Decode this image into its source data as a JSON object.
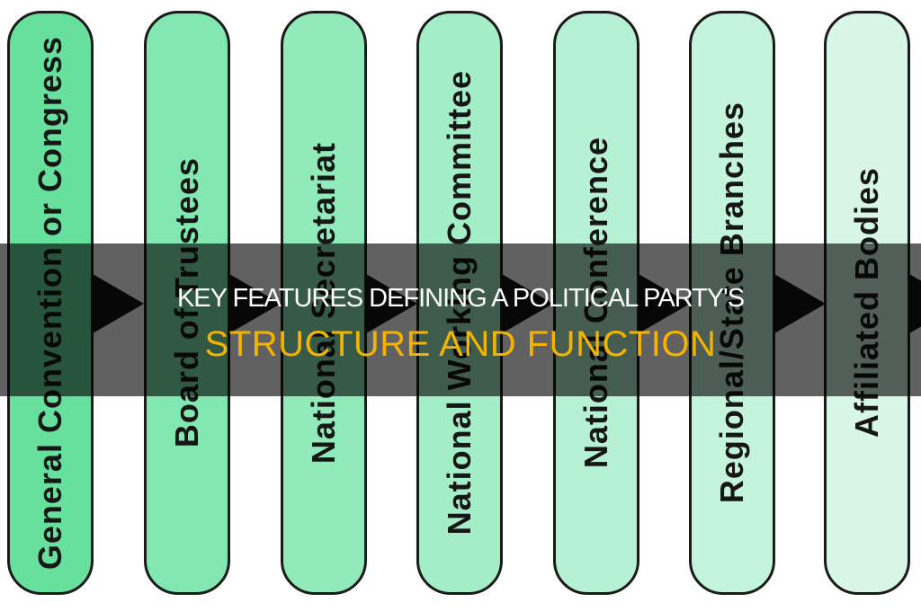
{
  "banner": {
    "line1": "KEY FEATURES DEFINING A POLITICAL PARTY'S",
    "line2": "STRUCTURE AND FUNCTION",
    "line1_color": "#ffffff",
    "line2_color": "#f3b300",
    "overlay_color": "rgba(0,0,0,0.62)"
  },
  "bars": [
    {
      "label": "General Convention or Congress",
      "color": "#67df9d"
    },
    {
      "label": "Board of Trustees",
      "color": "#82e7b1"
    },
    {
      "label": "National Secretariat",
      "color": "#90eaba"
    },
    {
      "label": "National Working Committee",
      "color": "#a3eec6"
    },
    {
      "label": "National Conference",
      "color": "#b5f1d2"
    },
    {
      "label": "Regional/State Branches",
      "color": "#c5f4dc"
    },
    {
      "label": "Affiliated Bodies",
      "color": "#d8f7e7"
    }
  ],
  "arrow": {
    "name": "right-arrow",
    "color": "#141414",
    "direction": "right"
  }
}
